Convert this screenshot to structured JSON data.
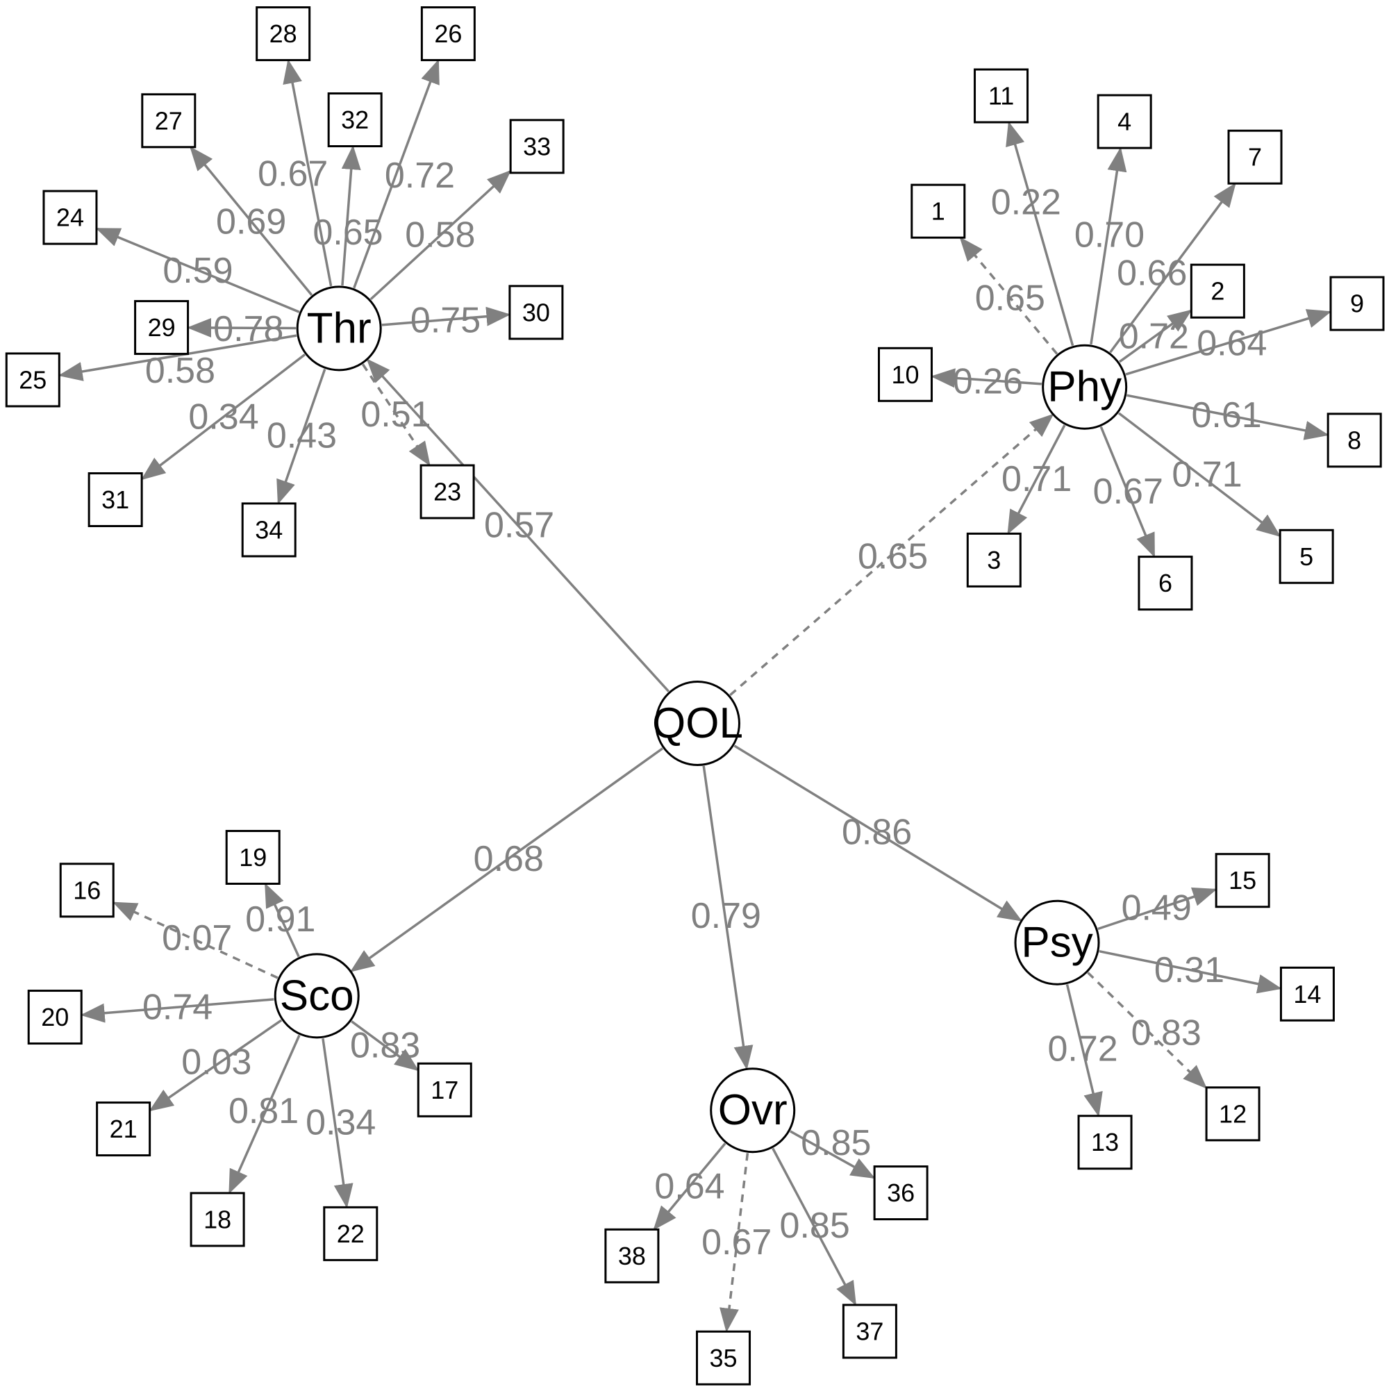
{
  "latents": [
    {
      "id": "QOL",
      "label": "QOL"
    },
    {
      "id": "Thr",
      "label": "Thr"
    },
    {
      "id": "Phy",
      "label": "Phy"
    },
    {
      "id": "Psy",
      "label": "Psy"
    },
    {
      "id": "Sco",
      "label": "Sco"
    },
    {
      "id": "Ovr",
      "label": "Ovr"
    }
  ],
  "indicators": [
    "1",
    "2",
    "3",
    "4",
    "5",
    "6",
    "7",
    "8",
    "9",
    "10",
    "11",
    "12",
    "13",
    "14",
    "15",
    "16",
    "17",
    "18",
    "19",
    "20",
    "21",
    "22",
    "23",
    "24",
    "25",
    "26",
    "27",
    "28",
    "29",
    "30",
    "31",
    "32",
    "33",
    "34",
    "35",
    "36",
    "37",
    "38"
  ],
  "edges": [
    {
      "from": "QOL",
      "to": "Thr",
      "label": "0.57",
      "dashed": false
    },
    {
      "from": "QOL",
      "to": "Phy",
      "label": "0.65",
      "dashed": true
    },
    {
      "from": "QOL",
      "to": "Psy",
      "label": "0.86",
      "dashed": false
    },
    {
      "from": "QOL",
      "to": "Sco",
      "label": "0.68",
      "dashed": false
    },
    {
      "from": "QOL",
      "to": "Ovr",
      "label": "0.79",
      "dashed": false
    },
    {
      "from": "Thr",
      "to": "28",
      "label": "0.67",
      "dashed": false
    },
    {
      "from": "Thr",
      "to": "26",
      "label": "0.72",
      "dashed": false
    },
    {
      "from": "Thr",
      "to": "27",
      "label": "0.69",
      "dashed": false
    },
    {
      "from": "Thr",
      "to": "32",
      "label": "0.65",
      "dashed": false
    },
    {
      "from": "Thr",
      "to": "33",
      "label": "0.58",
      "dashed": false
    },
    {
      "from": "Thr",
      "to": "24",
      "label": "0.59",
      "dashed": false
    },
    {
      "from": "Thr",
      "to": "29",
      "label": "0.78",
      "dashed": false
    },
    {
      "from": "Thr",
      "to": "30",
      "label": "0.75",
      "dashed": false
    },
    {
      "from": "Thr",
      "to": "25",
      "label": "0.58",
      "dashed": false
    },
    {
      "from": "Thr",
      "to": "31",
      "label": "0.34",
      "dashed": false
    },
    {
      "from": "Thr",
      "to": "34",
      "label": "0.43",
      "dashed": false
    },
    {
      "from": "Thr",
      "to": "23",
      "label": "0.51",
      "dashed": true
    },
    {
      "from": "Phy",
      "to": "11",
      "label": "0.22",
      "dashed": false
    },
    {
      "from": "Phy",
      "to": "4",
      "label": "0.70",
      "dashed": false
    },
    {
      "from": "Phy",
      "to": "7",
      "label": "0.66",
      "dashed": false
    },
    {
      "from": "Phy",
      "to": "1",
      "label": "0.65",
      "dashed": true
    },
    {
      "from": "Phy",
      "to": "2",
      "label": "0.72",
      "dashed": false
    },
    {
      "from": "Phy",
      "to": "9",
      "label": "0.64",
      "dashed": false
    },
    {
      "from": "Phy",
      "to": "10",
      "label": "0.26",
      "dashed": false
    },
    {
      "from": "Phy",
      "to": "8",
      "label": "0.61",
      "dashed": false
    },
    {
      "from": "Phy",
      "to": "3",
      "label": "0.71",
      "dashed": false
    },
    {
      "from": "Phy",
      "to": "6",
      "label": "0.67",
      "dashed": false
    },
    {
      "from": "Phy",
      "to": "5",
      "label": "0.71",
      "dashed": false
    },
    {
      "from": "Psy",
      "to": "15",
      "label": "0.49",
      "dashed": false
    },
    {
      "from": "Psy",
      "to": "14",
      "label": "0.31",
      "dashed": false
    },
    {
      "from": "Psy",
      "to": "12",
      "label": "0.83",
      "dashed": true
    },
    {
      "from": "Psy",
      "to": "13",
      "label": "0.72",
      "dashed": false
    },
    {
      "from": "Sco",
      "to": "19",
      "label": "0.91",
      "dashed": false
    },
    {
      "from": "Sco",
      "to": "16",
      "label": "0.07",
      "dashed": true
    },
    {
      "from": "Sco",
      "to": "20",
      "label": "0.74",
      "dashed": false
    },
    {
      "from": "Sco",
      "to": "17",
      "label": "0.83",
      "dashed": false
    },
    {
      "from": "Sco",
      "to": "21",
      "label": "0.03",
      "dashed": false
    },
    {
      "from": "Sco",
      "to": "18",
      "label": "0.81",
      "dashed": false
    },
    {
      "from": "Sco",
      "to": "22",
      "label": "0.34",
      "dashed": false
    },
    {
      "from": "Ovr",
      "to": "36",
      "label": "0.85",
      "dashed": false
    },
    {
      "from": "Ovr",
      "to": "38",
      "label": "0.64",
      "dashed": false
    },
    {
      "from": "Ovr",
      "to": "35",
      "label": "0.67",
      "dashed": true
    },
    {
      "from": "Ovr",
      "to": "37",
      "label": "0.85",
      "dashed": false
    }
  ],
  "colors": {
    "edge": "#808080",
    "node_stroke": "#000000",
    "background": "#ffffff"
  }
}
